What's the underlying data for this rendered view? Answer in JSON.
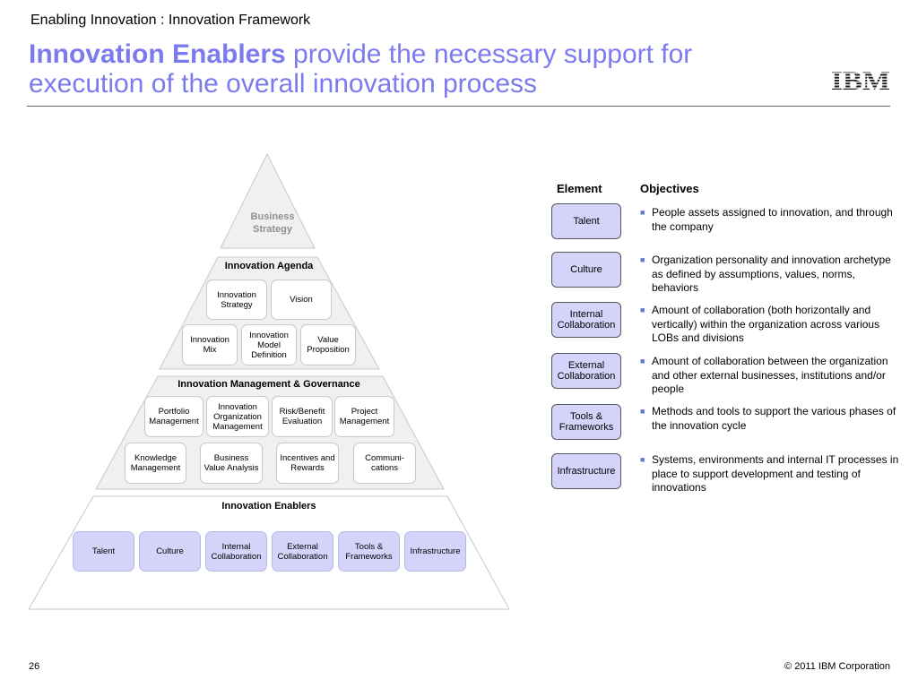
{
  "header": {
    "supertitle": "Enabling Innovation : Innovation Framework",
    "title_bold": "Innovation Enablers",
    "title_rest": " provide the necessary support for execution of the overall innovation process",
    "logo_text": "IBM"
  },
  "pyramid": {
    "apex_label": [
      "Business",
      "Strategy"
    ],
    "agenda": {
      "title": "Innovation Agenda",
      "items": [
        "Innovation Strategy",
        "Vision",
        "Innovation Mix",
        "Innovation Model Definition",
        "Value Proposition"
      ]
    },
    "governance": {
      "title": "Innovation Management & Governance",
      "items": [
        "Portfolio Management",
        "Innovation Organization Management",
        "Risk/Benefit Evaluation",
        "Project Management",
        "Knowledge Management",
        "Business Value Analysis",
        "Incentives and Rewards",
        "Communi-cations"
      ]
    },
    "enablers": {
      "title": "Innovation Enablers",
      "items": [
        "Talent",
        "Culture",
        "Internal Collaboration",
        "External Collaboration",
        "Tools & Frameworks",
        "Infrastructure"
      ]
    }
  },
  "table": {
    "header_element": "Element",
    "header_objectives": "Objectives",
    "rows": [
      {
        "element": "Talent",
        "objective": "People assets assigned to innovation, and through the company"
      },
      {
        "element": "Culture",
        "objective": "Organization personality and innovation archetype as defined by assumptions, values, norms, behaviors"
      },
      {
        "element": "Internal Collaboration",
        "objective": "Amount of collaboration (both horizontally and vertically) within the organization across various LOBs and divisions"
      },
      {
        "element": "External Collaboration",
        "objective": "Amount of collaboration between the organization and other external businesses, institutions and/or people"
      },
      {
        "element": "Tools & Frameworks",
        "objective": "Methods and tools to support the various phases of the innovation cycle"
      },
      {
        "element": "Infrastructure",
        "objective": "Systems, environments and internal IT processes in place to support development and testing of innovations"
      }
    ]
  },
  "footer": {
    "page_number": "26",
    "copyright": "© 2011 IBM Corporation"
  },
  "colors": {
    "title": "#7b7bef",
    "enabler_fill": "#d4d4fb",
    "pyramid_fill": "#f0f0f0",
    "bullet": "#5b7fd0"
  }
}
